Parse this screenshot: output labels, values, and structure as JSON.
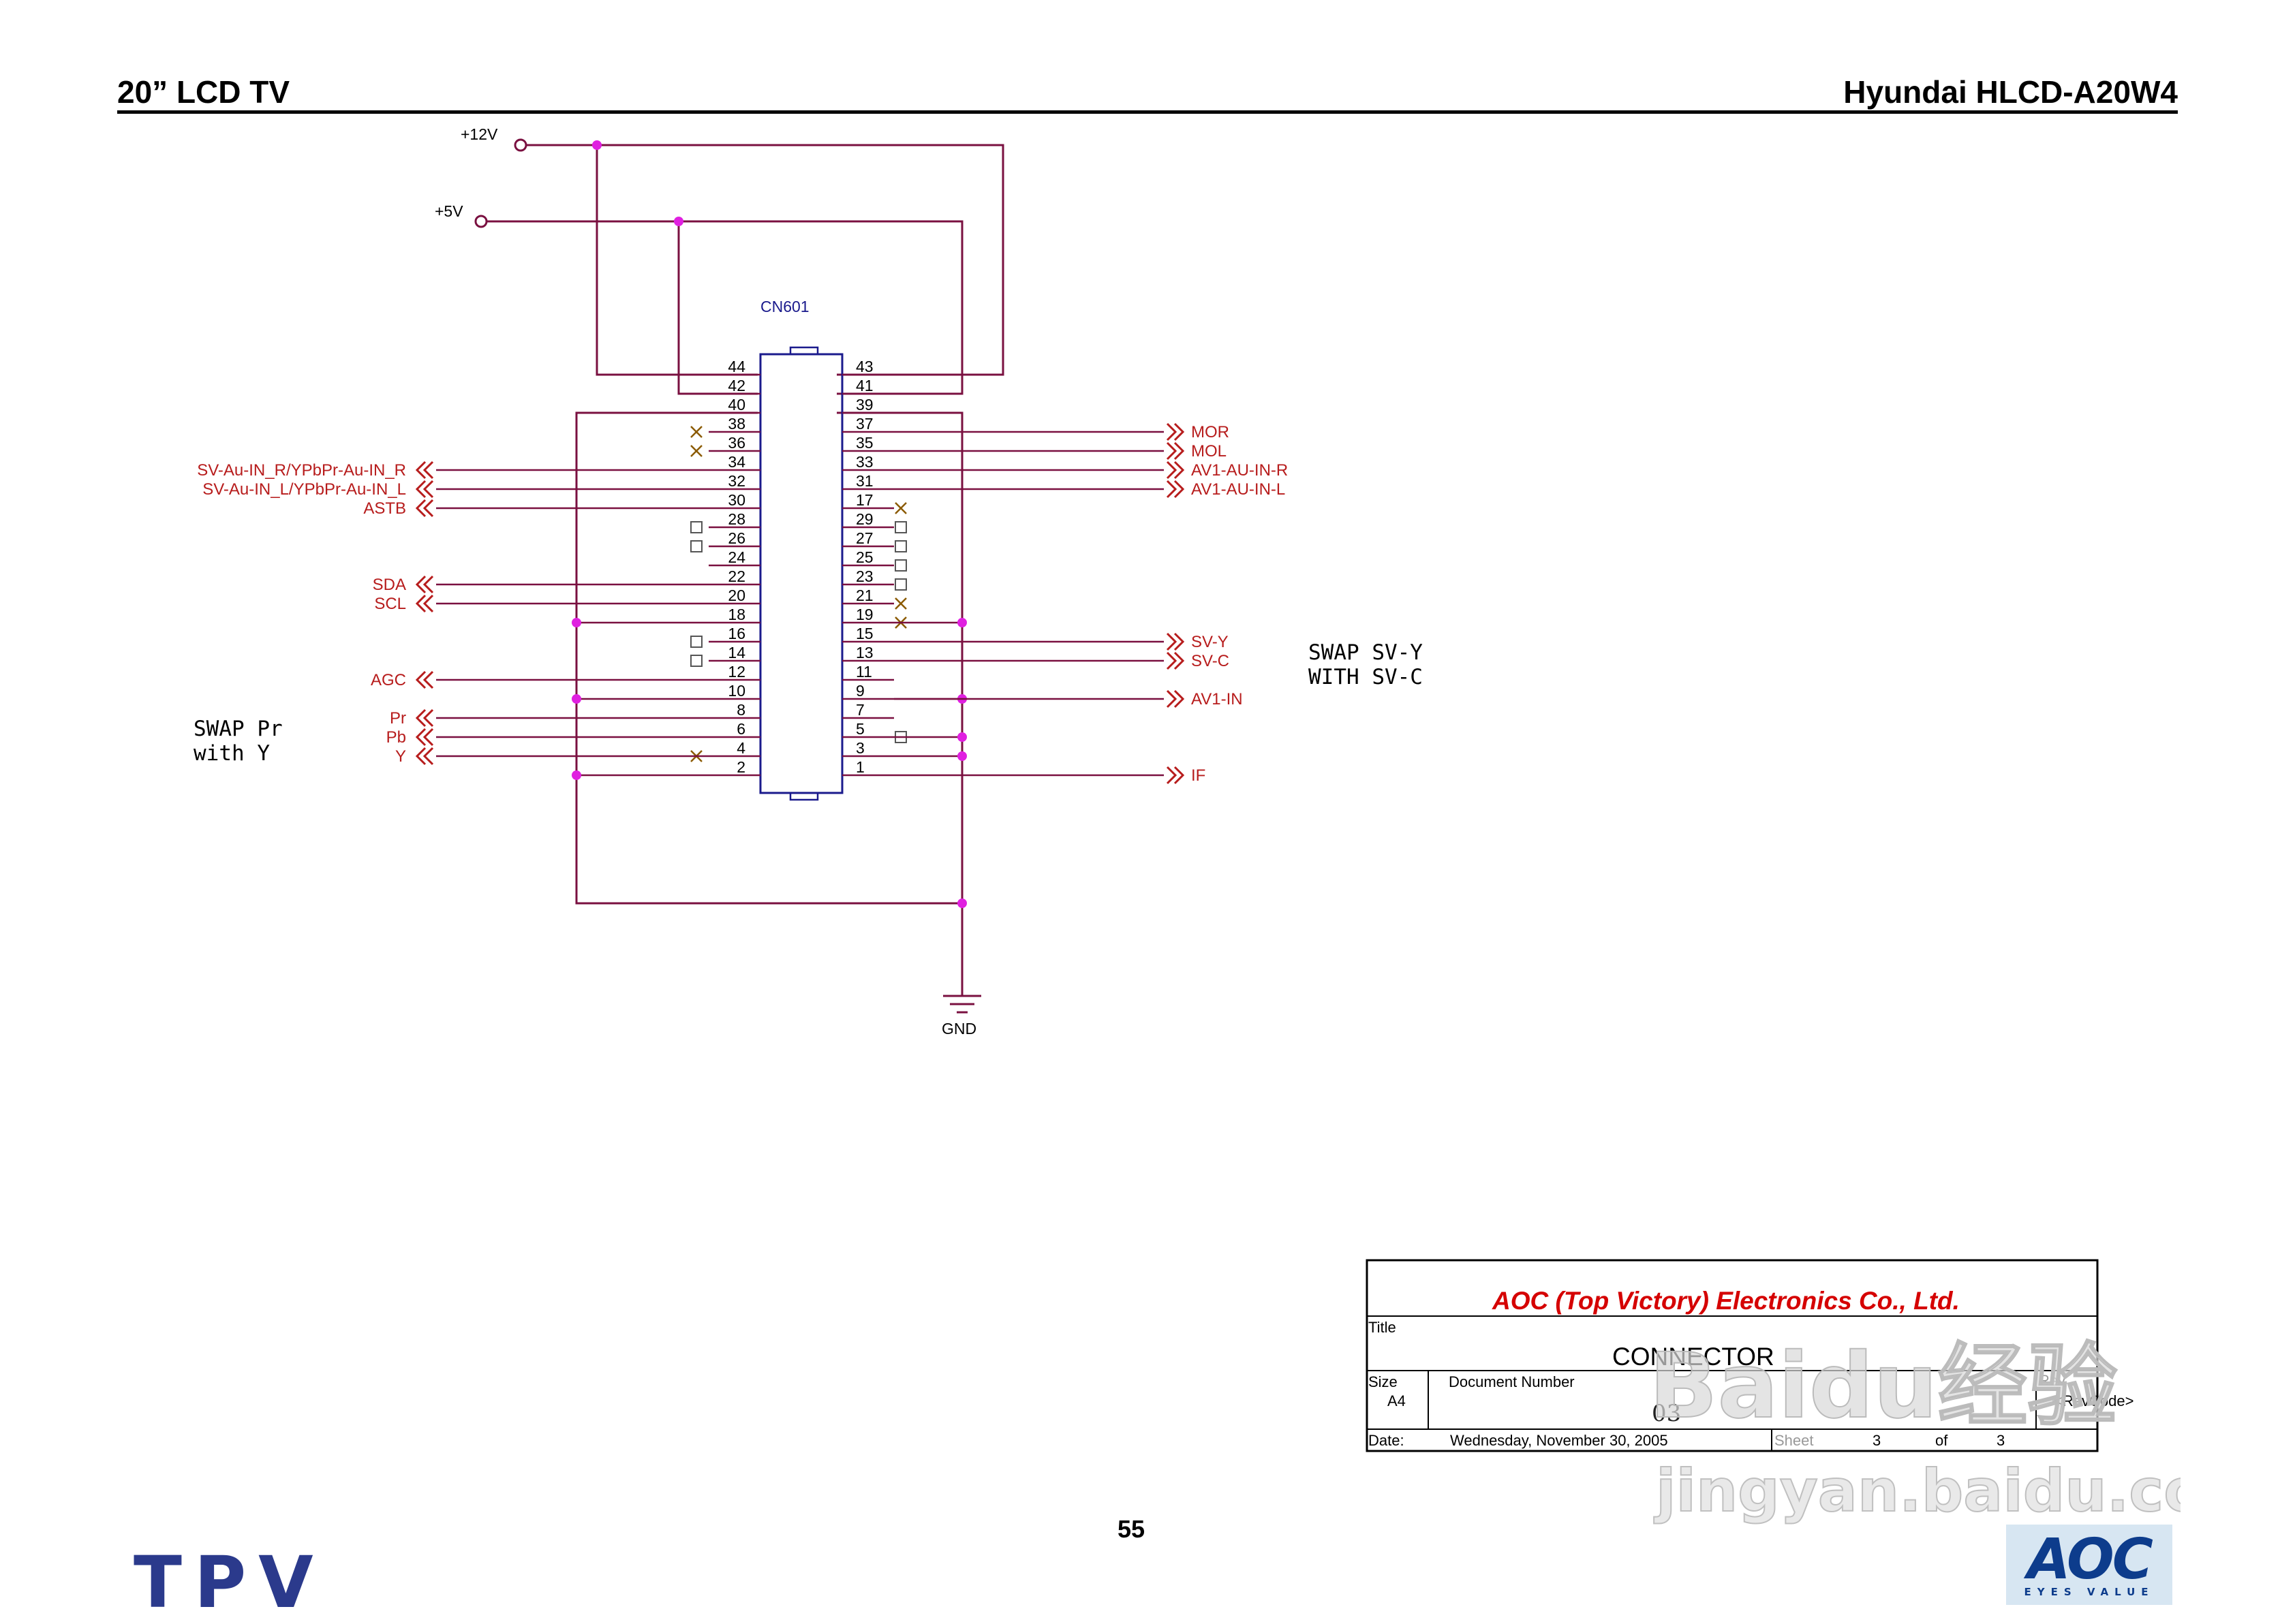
{
  "header": {
    "left_title": "20” LCD TV",
    "right_title": "Hyundai HLCD-A20W4"
  },
  "schematic": {
    "connector_ref": "CN601",
    "power_rails": [
      {
        "id": "p12",
        "label": "+12V"
      },
      {
        "id": "p5",
        "label": "+5V"
      }
    ],
    "ground_label": "GND",
    "pin_rows_left": [
      "44",
      "42",
      "40",
      "38",
      "36",
      "34",
      "32",
      "30",
      "28",
      "26",
      "24",
      "22",
      "20",
      "18",
      "16",
      "14",
      "12",
      "10",
      "8",
      "6",
      "4",
      "2"
    ],
    "pin_rows_right": [
      "43",
      "41",
      "39",
      "37",
      "35",
      "33",
      "31",
      "17",
      "29",
      "27",
      "25",
      "23",
      "21",
      "19",
      "15",
      "13",
      "11",
      "9",
      "7",
      "5",
      "3",
      "1"
    ],
    "left_signals": [
      {
        "row": 5,
        "label": "SV-Au-IN_R/YPbPr-Au-IN_R"
      },
      {
        "row": 6,
        "label": "SV-Au-IN_L/YPbPr-Au-IN_L"
      },
      {
        "row": 7,
        "label": "ASTB"
      },
      {
        "row": 11,
        "label": "SDA"
      },
      {
        "row": 12,
        "label": "SCL"
      },
      {
        "row": 16,
        "label": "AGC"
      },
      {
        "row": 18,
        "label": "Pr"
      },
      {
        "row": 19,
        "label": "Pb"
      },
      {
        "row": 20,
        "label": "Y"
      }
    ],
    "right_signals": [
      {
        "row": 3,
        "label": "MOR"
      },
      {
        "row": 4,
        "label": "MOL"
      },
      {
        "row": 5,
        "label": "AV1-AU-IN-R"
      },
      {
        "row": 6,
        "label": "AV1-AU-IN-L"
      },
      {
        "row": 14,
        "label": "SV-Y"
      },
      {
        "row": 15,
        "label": "SV-C"
      },
      {
        "row": 17,
        "label": "AV1-IN"
      },
      {
        "row": 21,
        "label": "IF"
      }
    ],
    "notes": {
      "swap_pr_line1": "SWAP Pr",
      "swap_pr_line2": "with Y",
      "swap_sv_line1": "SWAP SV-Y",
      "swap_sv_line2": "WITH SV-C"
    },
    "colors": {
      "wire": "#7a1040",
      "signal": "#b71c1c",
      "junction": "#e020e0",
      "nc_mark": "#8b5a00",
      "body": "#1a1a8c"
    }
  },
  "title_block": {
    "company": "AOC (Top Victory) Electronics Co., Ltd.",
    "title_caption": "Title",
    "title": "CONNECTOR",
    "size_caption": "Size",
    "size": "A4",
    "doc_number_caption": "Document Number",
    "doc_number": "03",
    "rev_caption": "Rev",
    "rev": "<RevCode>",
    "date_caption": "Date:",
    "date": "Wednesday, November 30, 2005",
    "sheet_caption": "Sheet",
    "sheet": "3",
    "of_caption": "of",
    "sheet_total": "3"
  },
  "footer": {
    "page_number": "55",
    "tpv_logo": "TPV",
    "aoc_logo": "AOC",
    "aoc_tagline": "EYES VALUE",
    "watermark_line1": "Baidu经验",
    "watermark_line2": "jingyan.baidu.com"
  }
}
